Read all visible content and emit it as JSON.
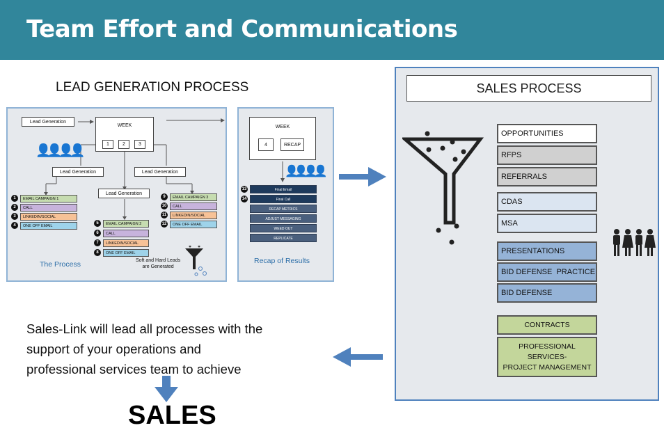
{
  "banner": {
    "title": "Team Effort and Communications"
  },
  "lead_section": {
    "title": "LEAD GENERATION PROCESS",
    "process_panel": {
      "top_lead_label": "Lead Generation",
      "week_label": "WEEK",
      "week_days": [
        "1",
        "2",
        "3"
      ],
      "branch_labels": [
        "Lead Generation",
        "Lead Generation",
        "Lead Generation"
      ],
      "campaign_group_1": {
        "numbers": [
          "1",
          "2",
          "3",
          "4"
        ],
        "items": [
          "EMAIL CAMPAIGN 1",
          "CALL",
          "LINKEDIN/SOCIAL",
          "ONE OFF EMAIL"
        ]
      },
      "campaign_group_2": {
        "numbers": [
          "5",
          "6",
          "7",
          "8"
        ],
        "items": [
          "EMAIL CAMPAIGN 2",
          "CALL",
          "LINKEDIN/SOCIAL",
          "ONE OFF EMAIL"
        ]
      },
      "campaign_group_3": {
        "numbers": [
          "9",
          "10",
          "11",
          "12"
        ],
        "items": [
          "EMAIL CAMPAIGN 3",
          "CALL",
          "LINKEDIN/SOCIAL",
          "ONE OFF EMAIL"
        ]
      },
      "caption": "The Process",
      "funnel_caption_line1": "Soft and Hard Leads",
      "funnel_caption_line2": "are Generated"
    },
    "recap_panel": {
      "week_label": "WEEK",
      "week_items": [
        "4",
        "RECAP"
      ],
      "numbers": [
        "13",
        "14"
      ],
      "rows": [
        "Final Email",
        "Final Call",
        "RECAP METRICS",
        "ADJUST MESSAGING",
        "WEED OUT",
        "REPLICATE"
      ],
      "caption": "Recap of Results"
    }
  },
  "sales_process": {
    "header": "SALES PROCESS",
    "stages": [
      "OPPORTUNITIES",
      "RFPS",
      "REFERRALS",
      "CDAS",
      "MSA",
      "PRESENTATIONS",
      "BID DEFENSE  PRACTICE",
      "BID DEFENSE",
      "CONTRACTS"
    ],
    "final_stage_lines": [
      "PROFESSIONAL",
      "SERVICES-",
      "PROJECT MANAGEMENT"
    ]
  },
  "summary": {
    "lines": [
      "Sales-Link will lead all processes with the",
      "support of your operations and",
      "professional services team to achieve"
    ],
    "result": "SALES"
  },
  "colors": {
    "banner": "#31869b",
    "arrow": "#4f81bd",
    "panel_border": "#4f81bd"
  }
}
